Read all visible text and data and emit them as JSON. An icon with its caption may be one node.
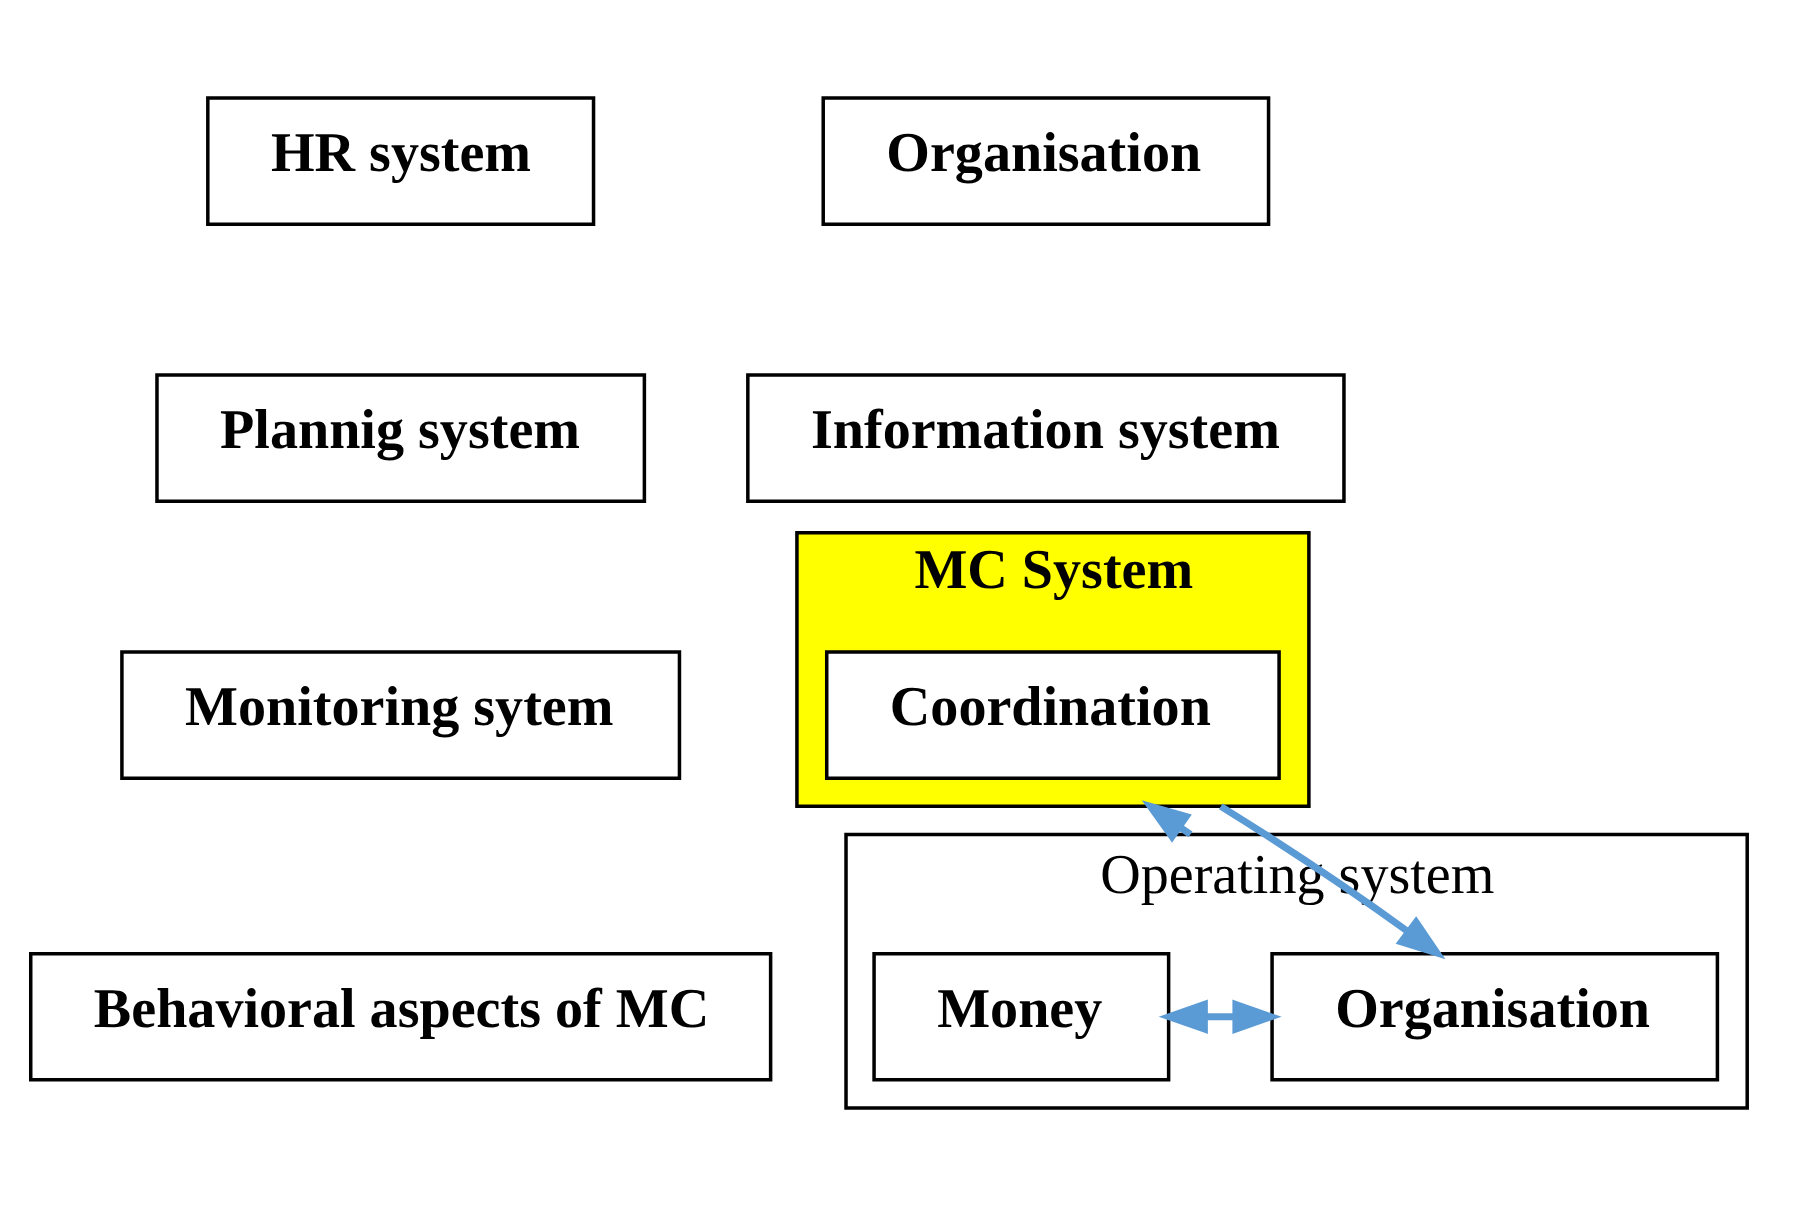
{
  "diagram": {
    "nodes": [
      {
        "text": [
          "MC System"
        ]
      },
      {
        "text": [
          "HR system"
        ]
      },
      {
        "text": [
          "Organisation"
        ]
      },
      {
        "text": [
          "Plannig system"
        ]
      },
      {
        "text": [
          "Coordination"
        ],
        "in": 0
      },
      {
        "text": [
          "Information system"
        ]
      },
      {
        "text": [
          "Monitoring sytem"
        ]
      },
      {
        "text": [
          "Behavioral aspects of MC"
        ]
      },
      {
        "text": [
          "Operating system"
        ]
      },
      {
        "text": [
          "Organisation"
        ],
        "in": 8
      },
      {
        "text": [
          "Money"
        ],
        "in": 8
      }
    ],
    "edges": [
      {
        "from": 0,
        "to": 9,
        "arrow": "to",
        "color": "#5b9bd5"
      },
      {
        "from": 8,
        "to": 0,
        "arrow": "to",
        "color": "#5b9bd5"
      },
      {
        "from": 9,
        "to": 10,
        "arrow": "both",
        "color": "#5b9bd5"
      }
    ]
  }
}
